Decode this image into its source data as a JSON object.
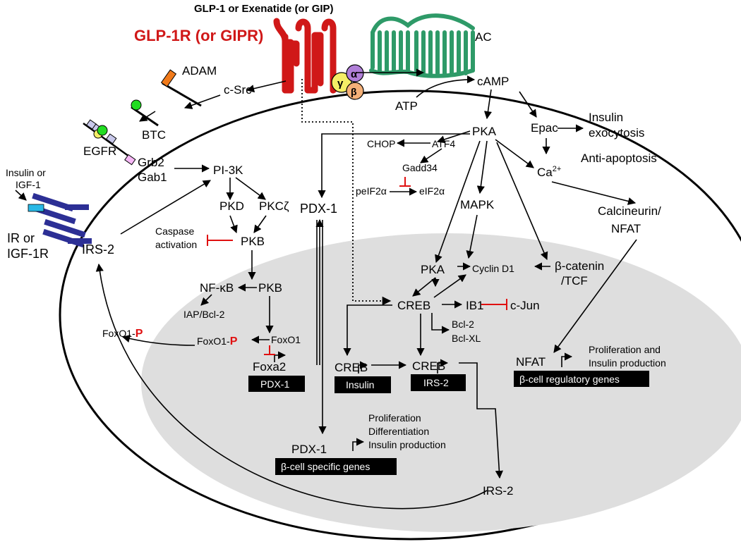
{
  "ligand": "GLP-1 or Exenatide (or GIP)",
  "receptor": "GLP-1R (or GIPR)",
  "ac": "AC",
  "g_alpha": "α",
  "g_beta": "β",
  "g_gamma": "γ",
  "camp": "cAMP",
  "atp": "ATP",
  "adam": "ADAM",
  "csrc": "c-Src",
  "btc": "BTC",
  "egfr": "EGFR",
  "grb2": "Grb2",
  "gab1": "Gab1",
  "insulin_igf1": [
    "Insulin or",
    "IGF-1"
  ],
  "ir": [
    "IR or",
    "IGF-1R"
  ],
  "irs2_left": "IRS-2",
  "pi3k": "PI-3K",
  "pkd": "PKD",
  "pkcz": "PKCζ",
  "pkb1": "PKB",
  "caspase": [
    "Caspase",
    "activation"
  ],
  "nfkb": "NF-κB",
  "pkb2": "PKB",
  "iap": "IAP/Bcl-2",
  "foxo1p_left_text": "FoxO1-",
  "foxo1p_mid_text": "FoxO1-",
  "p_mark": "P",
  "foxo1": "FoxO1",
  "foxa2": "Foxa2",
  "box_pdx1": "PDX-1",
  "pdx1_top": "PDX-1",
  "pka_top": "PKA",
  "epac": "Epac",
  "insulin_exo": [
    "Insulin",
    "exocytosis"
  ],
  "anti_apoptosis": "Anti-apoptosis",
  "chop": "CHOP",
  "atf4": "ATF4",
  "gadd34": "Gadd34",
  "peif2a": "peIF2α",
  "eif2a": "eIF2α",
  "mapk": "MAPK",
  "ca": "Ca",
  "ca_sup": "2+",
  "calcineurin": [
    "Calcineurin/",
    "NFAT"
  ],
  "pka_nuc": "PKA",
  "cyclin": "Cyclin D1",
  "catenin": [
    "β-catenin",
    "/TCF"
  ],
  "creb_main": "CREB",
  "ib1": "IB1",
  "cjun": "c-Jun",
  "bcl": [
    "Bcl-2",
    "Bcl-XL"
  ],
  "creb_ins": "CREB",
  "box_insulin": "Insulin",
  "creb_irs": "CREB",
  "box_irs2": "IRS-2",
  "nfat": "NFAT",
  "prolif_ins": [
    "Proliferation and",
    "Insulin production"
  ],
  "box_regulatory": "β-cell regulatory genes",
  "pdx1_bottom": "PDX-1",
  "prolif_diff": [
    "Proliferation",
    "Differentiation",
    "Insulin production"
  ],
  "box_specific": "β-cell specific genes",
  "irs2_bottom": "IRS-2",
  "colors": {
    "receptor": "#d01818",
    "ac": "#2e9a68",
    "nucleus": "#dedede",
    "inhibit": "#e01010",
    "g_alpha": "#b07fd8",
    "g_beta": "#f4b078",
    "g_gamma": "#f4ee66",
    "ir": "#2c2f95",
    "ir_ligand": "#29b8e6",
    "adam": "#f07a1a",
    "btc": "#22dd22",
    "egfr_box": "#c8c8ea",
    "grb2_box": "#f6b8f6"
  }
}
